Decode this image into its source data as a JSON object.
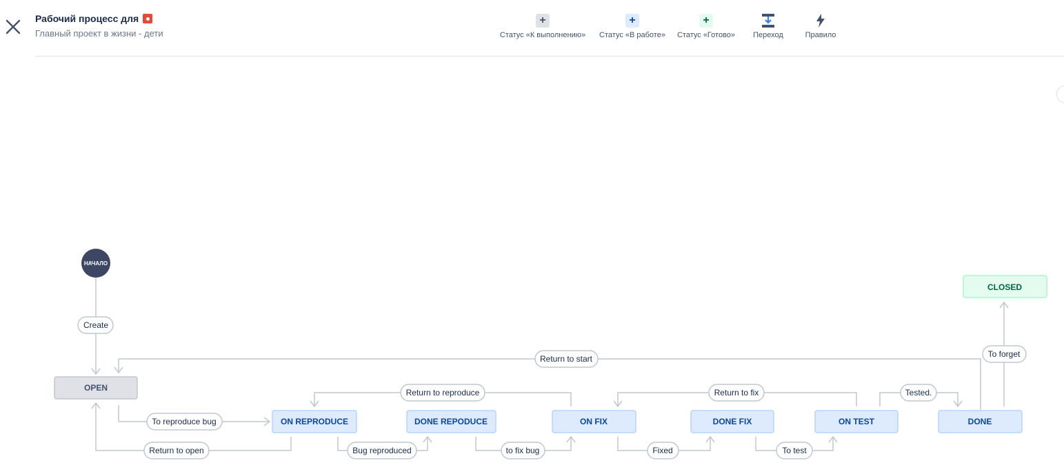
{
  "header": {
    "title": "Рабочий процесс для",
    "subtitle": "Главный проект в жизни - дети",
    "close_icon": "close-icon",
    "project_icon": "project-icon"
  },
  "toolbar": [
    {
      "label": "Статус «К выполнению»",
      "icon": "plus-icon",
      "symbol": "+",
      "bg": "#dfe1e6",
      "fg": "#42526e"
    },
    {
      "label": "Статус «В работе»",
      "icon": "plus-icon",
      "symbol": "+",
      "bg": "#deebff",
      "fg": "#0747a6"
    },
    {
      "label": "Статус «Готово»",
      "icon": "plus-icon",
      "symbol": "+",
      "bg": "#e3fcef",
      "fg": "#006644"
    },
    {
      "label": "Переход",
      "icon": "transition-icon",
      "symbol": "",
      "bg": "transparent",
      "fg": "#42526e"
    },
    {
      "label": "Правило",
      "icon": "bolt-icon",
      "symbol": "",
      "bg": "transparent",
      "fg": "#42526e"
    }
  ],
  "workflow": {
    "start": "НАЧАЛО",
    "statuses": [
      {
        "id": "open",
        "label": "OPEN",
        "category": "todo"
      },
      {
        "id": "on_reproduce",
        "label": "ON REPRODUCE",
        "category": "inprogress"
      },
      {
        "id": "done_reproduce",
        "label": "DONE REPODUCE",
        "category": "inprogress"
      },
      {
        "id": "on_fix",
        "label": "ON FIX",
        "category": "inprogress"
      },
      {
        "id": "done_fix",
        "label": "DONE FIX",
        "category": "inprogress"
      },
      {
        "id": "on_test",
        "label": "ON TEST",
        "category": "inprogress"
      },
      {
        "id": "done",
        "label": "DONE",
        "category": "inprogress"
      },
      {
        "id": "closed",
        "label": "CLOSED",
        "category": "done"
      }
    ],
    "transitions": [
      {
        "id": "create",
        "label": "Create"
      },
      {
        "id": "return_start",
        "label": "Return to start"
      },
      {
        "id": "return_reproduce",
        "label": "Return to reproduce"
      },
      {
        "id": "return_fix",
        "label": "Return to fix"
      },
      {
        "id": "tested",
        "label": "Tested."
      },
      {
        "id": "to_forget",
        "label": "To forget"
      },
      {
        "id": "to_reproduce_bug",
        "label": "To reproduce bug"
      },
      {
        "id": "return_open",
        "label": "Return to open"
      },
      {
        "id": "bug_reproduced",
        "label": "Bug reproduced"
      },
      {
        "id": "to_fix_bug",
        "label": "to fix bug"
      },
      {
        "id": "fixed",
        "label": "Fixed"
      },
      {
        "id": "to_test",
        "label": "To test"
      }
    ]
  },
  "colors": {
    "todo_bg": "#dfe1e6",
    "todo_border": "#c1c7d0",
    "todo_text": "#42526e",
    "inprogress_bg": "#deebff",
    "inprogress_border": "#b3d4ff",
    "inprogress_text": "#0747a6",
    "done_bg": "#e3fcef",
    "done_border": "#abf5d1",
    "done_text": "#006644",
    "start_bg": "#3d4663",
    "connector": "#c1c7d0"
  }
}
